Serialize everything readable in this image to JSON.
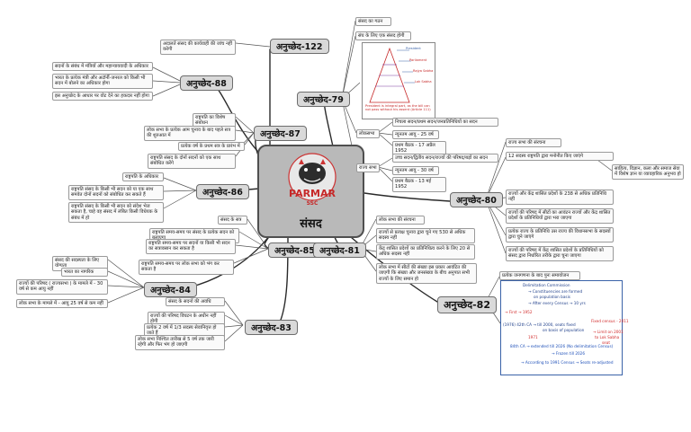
{
  "center": {
    "title": "संसद",
    "logo_text": "PARMAR",
    "logo_sub": "SSC"
  },
  "nodes": {
    "a122": "अनुच्छेद-122",
    "a88": "अनुच्छेद-88",
    "a87": "अनुच्छेद-87",
    "a86": "अनुच्छेद-86",
    "a85": "अनुच्छेद-85",
    "a84": "अनुच्छेद-84",
    "a83": "अनुच्छेद-83",
    "a81": "अनुच्छेद-81",
    "a79": "अनुच्छेद-79",
    "a80": "अनुच्छेद-80",
    "a82": "अनुच्छेद-82"
  },
  "leaves": {
    "a122_1": "अदालतें संसद की कार्यवाही की जांच नहीं करेगी",
    "a88_1": "सदनों के संबंध में मंत्रियों और महान्यायवादी के अधिकार",
    "a88_2": "भारत के प्रत्येक मंत्री और अटॉर्नी-जनरल को किसी भी सदन में बोलने का अधिकार होगा",
    "a88_3": "इस अनुच्छेद के आधार पर वोट देने का हकदार नहीं होगा",
    "a87_1": "राष्ट्रपति का विशेष संबोधन",
    "a87_2": "लोक सभा के प्रत्येक आम चुनाव के बाद पहले सत्र की शुरुआत में",
    "a87_3": "प्रत्येक वर्ष के प्रथम सत्र के प्रारंभ में",
    "a87_4": "राष्ट्रपति संसद के दोनों सदनों को एक साथ संबोधित करेंगे",
    "a86_1": "राष्ट्रपति के अधिकार",
    "a86_2": "राष्ट्रपति संसद के किसी भी सदन को या एक साथ समवेत दोनों सदनों को संबोधित कर सकते हैं",
    "a86_3": "राष्ट्रपति संसद के किसी भी सदन को संदेश भेज सकता है, चाहे वह संसद में लंबित किसी विधेयक के संबंध में हो",
    "a85_1": "संसद के सत्र",
    "a85_2": "राष्ट्रपति समय-समय पर संसद के प्रत्येक सदन को बुलाएगा",
    "a85_3": "राष्ट्रपति समय-समय पर सदनों या किसी भी सदन का सत्रावसान कर सकता है",
    "a85_4": "राष्ट्रपति समय-समय पर लोक सभा को भंग कर सकता है",
    "a84_1": "संसद की सदस्यता के लिए योग्यता",
    "a84_2": "भारत का नागरिक",
    "a84_3": "राज्यों की परिषद ( राज्यसभा ) के मामले में - 30 वर्ष से कम आयु नहीं",
    "a84_4": "लोक सभा के मामले में - आयु 25 वर्ष से कम नहीं",
    "a83_1": "संसद के सदनों की अवधि",
    "a83_2": "राज्यों की परिषद विघटन के अधीन नहीं होगी",
    "a83_3": "प्रत्येक 2 वर्ष में 1/3 सदस्य सेवानिवृत्त हो जाते हैं",
    "a83_4": "लोक सभा निश्चित तारीख से 5 वर्ष तक जारी रहेगी और फिर भंग हो जाएगी",
    "a81_1": "लोक सभा की संरचना",
    "a81_2": "राज्यों से प्रत्यक्ष चुनाव द्वारा चुने गए 530 से अधिक सदस्य नहीं",
    "a81_3": "केंद्र शासित प्रदेशों का प्रतिनिधित्व करने के लिए 20 से अधिक सदस्य नहीं",
    "a81_4": "लोक सभा में सीटों की संख्या इस प्रकार आवंटित की जाएगी कि संख्या और जनसंख्या के बीच अनुपात सभी राज्यों के लिए समान हो",
    "a79_1": "संसद का गठन",
    "a79_2": "संघ के लिए एक संसद होगी",
    "a79_3": "लोकसभा",
    "a79_4": "निचला सदन/प्रथम सदन/जनप्रतिनिधियों का सदन",
    "a79_5": "न्यूनतम आयु - 25 वर्ष",
    "a79_6": "प्रथम बैठक - 17 अप्रैल 1952",
    "a79_7": "राज्य सभा",
    "a79_8": "उच्च सदन/द्वितीय सदन/राज्यों की परिषद/बड़ों का सदन",
    "a79_9": "न्यूनतम आयु - 30 वर्ष",
    "a79_10": "प्रथम बैठक - 13 मई 1952",
    "a80_1": "राज्य सभा की संरचना",
    "a80_2": "12 सदस्य राष्ट्रपति द्वारा मनोनीत किए जाएंगे",
    "a80_3": "साहित्य, विज्ञान, कला और समाज सेवा में विशेष ज्ञान या व्यावहारिक अनुभव हो",
    "a80_4": "राज्यों और केंद्र शासित प्रदेशों के 238 से अधिक प्रतिनिधि नहीं",
    "a80_5": "राज्यों की परिषद में सीटों का आवंटन राज्यों और केंद्र शासित प्रदेशों के प्रतिनिधियों द्वारा भरा जाएगा",
    "a80_6": "प्रत्येक राज्य के प्रतिनिधि उस राज्य की विधानसभा के सदस्यों द्वारा चुने जाएंगे",
    "a80_7": "राज्यों की परिषद में केंद्र शासित प्रदेशों के प्रतिनिधियों को संसद द्वारा निर्धारित तरीके द्वारा चुना जाएगा",
    "a82_1": "प्रत्येक जनगणना के बाद पुनः समायोजन"
  },
  "pyramid": {
    "l1": "President",
    "l2": "Parliament",
    "l3": "Rajya Sabha",
    "l4": "Lok Sabha",
    "note": "President is integral part, as the bill can not pass without his assent (Article 111)"
  },
  "diagram82": {
    "t1": "Delimitation Commission",
    "t2": "→ Constituencies are formed",
    "t3": "on population basis",
    "t4": "→ After every Census → 10 yrs",
    "t5": "→ First → 1952",
    "t6": "(1976) 42th CA → till 2000, seats fixed",
    "t7": "on basis of population",
    "t8": "1971",
    "t9": "84th CA → extended till 2026 (No delimitation Census)",
    "t10": "→ Frozen till 2026",
    "t11": "→ According to 1991 Census → Seats re-adjusted",
    "t12": "Fixed census - 2011",
    "t13": "→ Limit on 2001",
    "t14": "to Lok Sabha",
    "t15": "seat"
  }
}
